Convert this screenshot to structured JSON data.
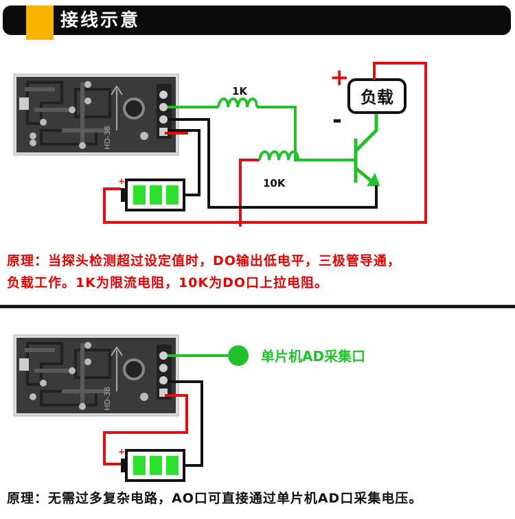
{
  "header": {
    "title": "接线示意"
  },
  "diagram1": {
    "resistor_1k": "1K",
    "resistor_10k": "10K",
    "load_label": "负载",
    "plus_sign": "+",
    "minus_sign": "-",
    "module_text": "HD-38",
    "battery_plus": "+"
  },
  "description1": {
    "line1": "原理：当探头检测超过设定值时，DO输出低电平，三极管导通，",
    "line2": "负载工作。1K为限流电阻，10K为DO口上拉电阻。"
  },
  "diagram2": {
    "mcu_label": "单片机AD采集口",
    "module_text": "HD-38",
    "battery_plus": "+"
  },
  "description2": {
    "line1": "原理：无需过多复杂电路，AO口可直接通过单片机AD口采集电压。"
  },
  "colors": {
    "wire_green": "#22c02a",
    "wire_red": "#e01010",
    "wire_black": "#111111",
    "battery_cell": "#2ee02e",
    "pcb": "#3c3c3c"
  }
}
